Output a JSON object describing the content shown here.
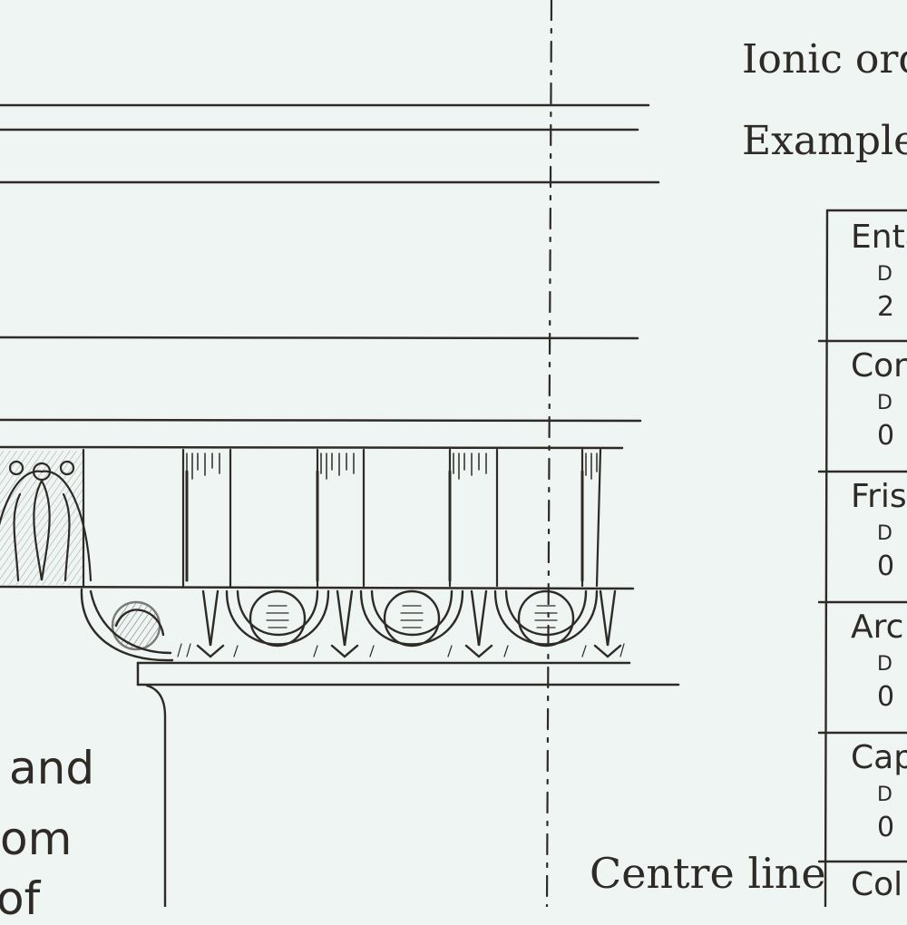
{
  "header": {
    "title": "Ionic ord",
    "subtitle": "Example"
  },
  "labels": {
    "centre_line": "Centre line",
    "left_line_1": "and",
    "left_line_2": "om",
    "left_line_3": "of"
  },
  "table": {
    "rows": [
      {
        "title": "Enta",
        "d": "D",
        "value": "2"
      },
      {
        "title": "Cor",
        "d": "D",
        "value": "0"
      },
      {
        "title": "Fris",
        "d": "D",
        "value": "0"
      },
      {
        "title": "Arc",
        "d": "D",
        "value": "0"
      },
      {
        "title": "Cap",
        "d": "D",
        "value": "0"
      },
      {
        "title": "Col",
        "d": "",
        "value": ""
      }
    ]
  },
  "colors": {
    "paper": "#eef5f3",
    "ink": "#2e2a26"
  }
}
